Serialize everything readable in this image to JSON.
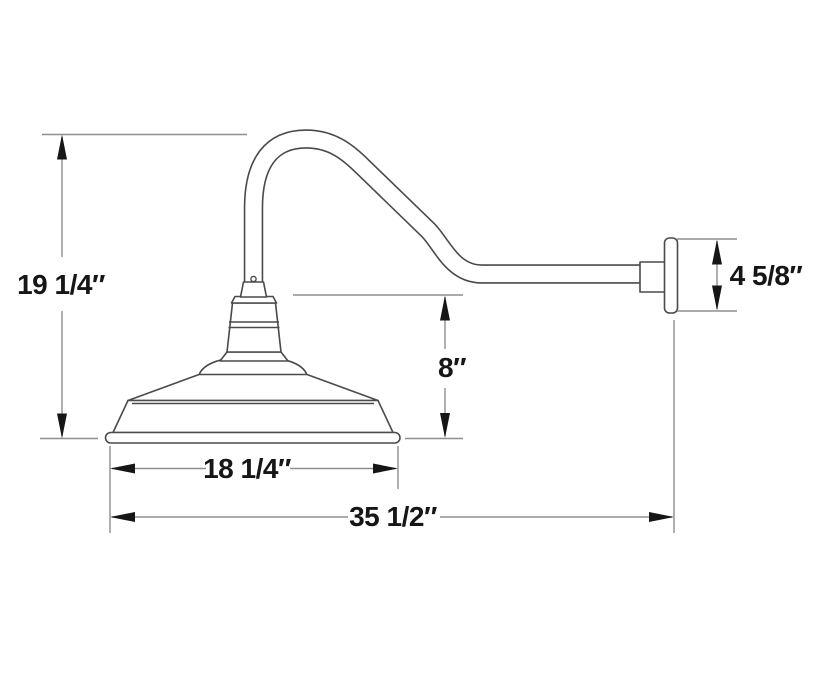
{
  "title": "Gooseneck barn light fixture dimensional drawing",
  "colors": {
    "background": "#ffffff",
    "outline": "#4a4a4a",
    "dimension-line": "#8f8f8f",
    "arrow": "#161616",
    "label-text": "#161616"
  },
  "dimensions": {
    "overall_height": {
      "label": "19 1/4″"
    },
    "shade_bottom_to_arm": {
      "label": "8″"
    },
    "wall_plate_height": {
      "label": "4 5/8″"
    },
    "shade_width": {
      "label": "18 1/4″"
    },
    "overall_projection": {
      "label": "35 1/2″"
    }
  }
}
